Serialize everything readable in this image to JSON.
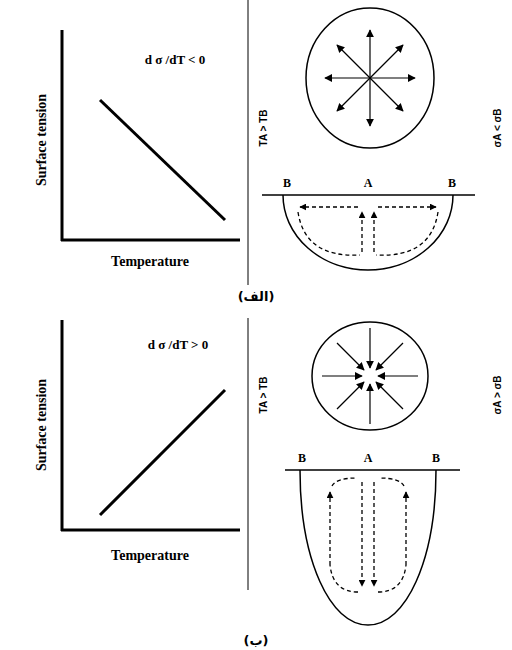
{
  "diagram": {
    "labels": [
      "d σ /dT < 0",
      "Surface tension",
      "Temperature",
      "TA > TB",
      "σA < σB",
      "B",
      "A",
      "B",
      "(الف)",
      "d σ /dT > 0",
      "Surface tension",
      "Temperature",
      "TA > TB",
      "σA > σB",
      "B",
      "A",
      "B",
      "(ب)"
    ]
  }
}
